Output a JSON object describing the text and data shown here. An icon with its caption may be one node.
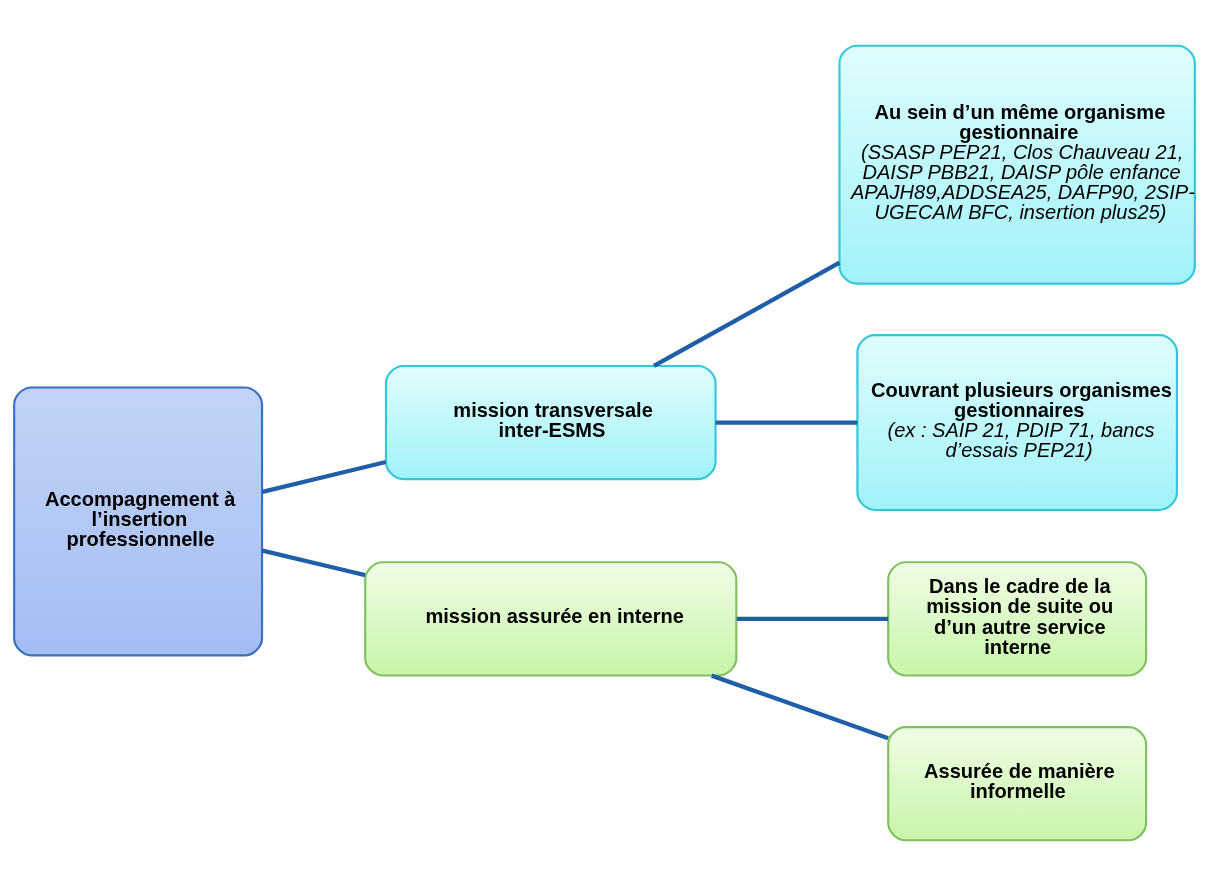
{
  "diagram": {
    "nodes": [
      {
        "text": [
          "Accompagnement à l’insertion professionnelle"
        ]
      },
      {
        "text": [
          "mission transversale inter-ESMS"
        ]
      },
      {
        "text": [
          "Au sein d’un même organisme gestionnaire",
          "(SSASP PEP21, Clos Chauveau 21, DAISP PBB21, DAISP pôle enfance APAJH89,ADDSEA25, DAFP90, 2SIP- UGECAM BFC, insertion plus25)"
        ]
      },
      {
        "text": [
          "Couvrant plusieurs organismes gestionnaires",
          "(ex : SAIP 21, PDIP 71, bancs d’essais PEP21)"
        ]
      },
      {
        "text": [
          "mission assurée en interne"
        ]
      },
      {
        "text": [
          "Dans le cadre de la mission de suite ou d’un autre service interne"
        ]
      },
      {
        "text": [
          "Assurée de manière informelle"
        ]
      }
    ],
    "edges": [
      {
        "from": 0,
        "to": 1,
        "arrow": "none"
      },
      {
        "from": 0,
        "to": 4,
        "arrow": "none"
      },
      {
        "from": 1,
        "to": 2,
        "arrow": "none"
      },
      {
        "from": 1,
        "to": 3,
        "arrow": "none"
      },
      {
        "from": 4,
        "to": 5,
        "arrow": "none"
      },
      {
        "from": 4,
        "to": 6,
        "arrow": "none"
      }
    ]
  }
}
